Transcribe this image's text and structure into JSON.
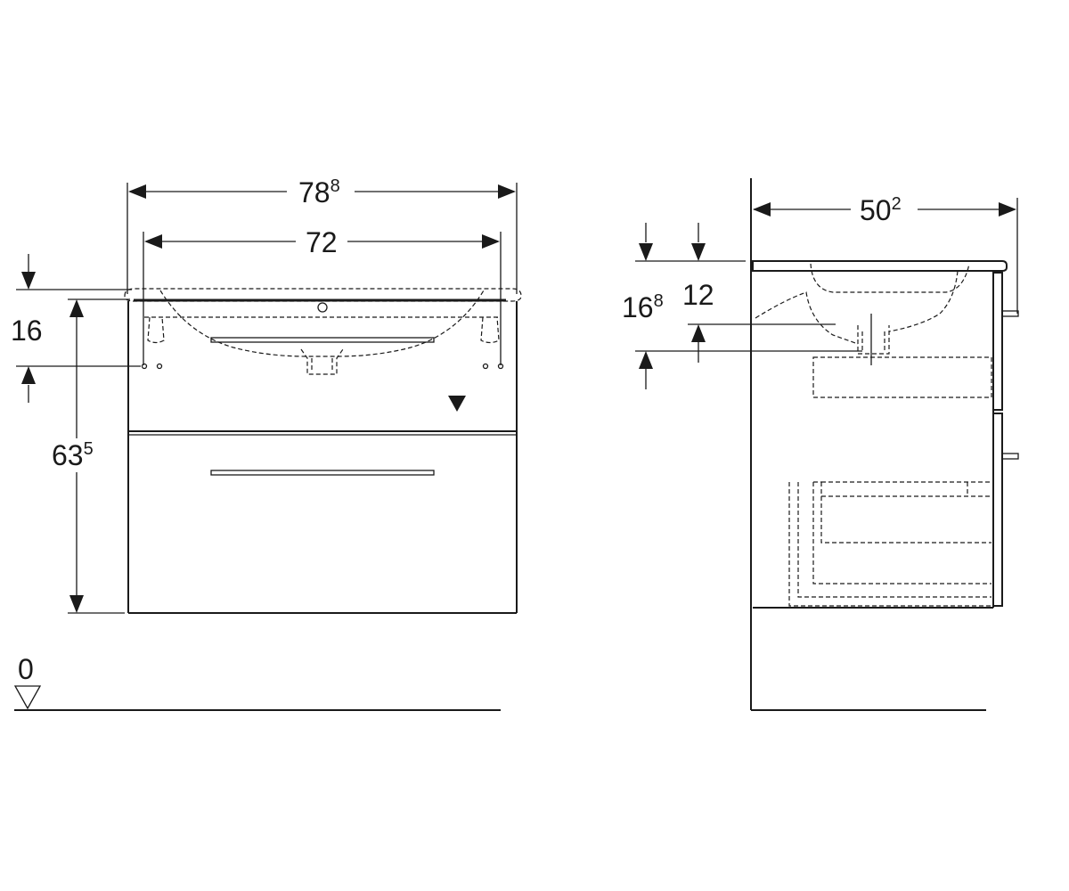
{
  "front_view": {
    "overall_width": {
      "main": "78",
      "sup": "8"
    },
    "basin_width": {
      "main": "72",
      "sup": ""
    },
    "basin_height": {
      "main": "16",
      "sup": ""
    },
    "cabinet_height": {
      "main": "63",
      "sup": "5"
    }
  },
  "floor": {
    "level": "0"
  },
  "side_view": {
    "depth": {
      "main": "50",
      "sup": "2"
    },
    "outlet_height": {
      "main": "16",
      "sup": "8"
    },
    "siphon_height": {
      "main": "12",
      "sup": ""
    }
  },
  "colors": {
    "ink": "#1a1a1a",
    "background": "#ffffff"
  }
}
